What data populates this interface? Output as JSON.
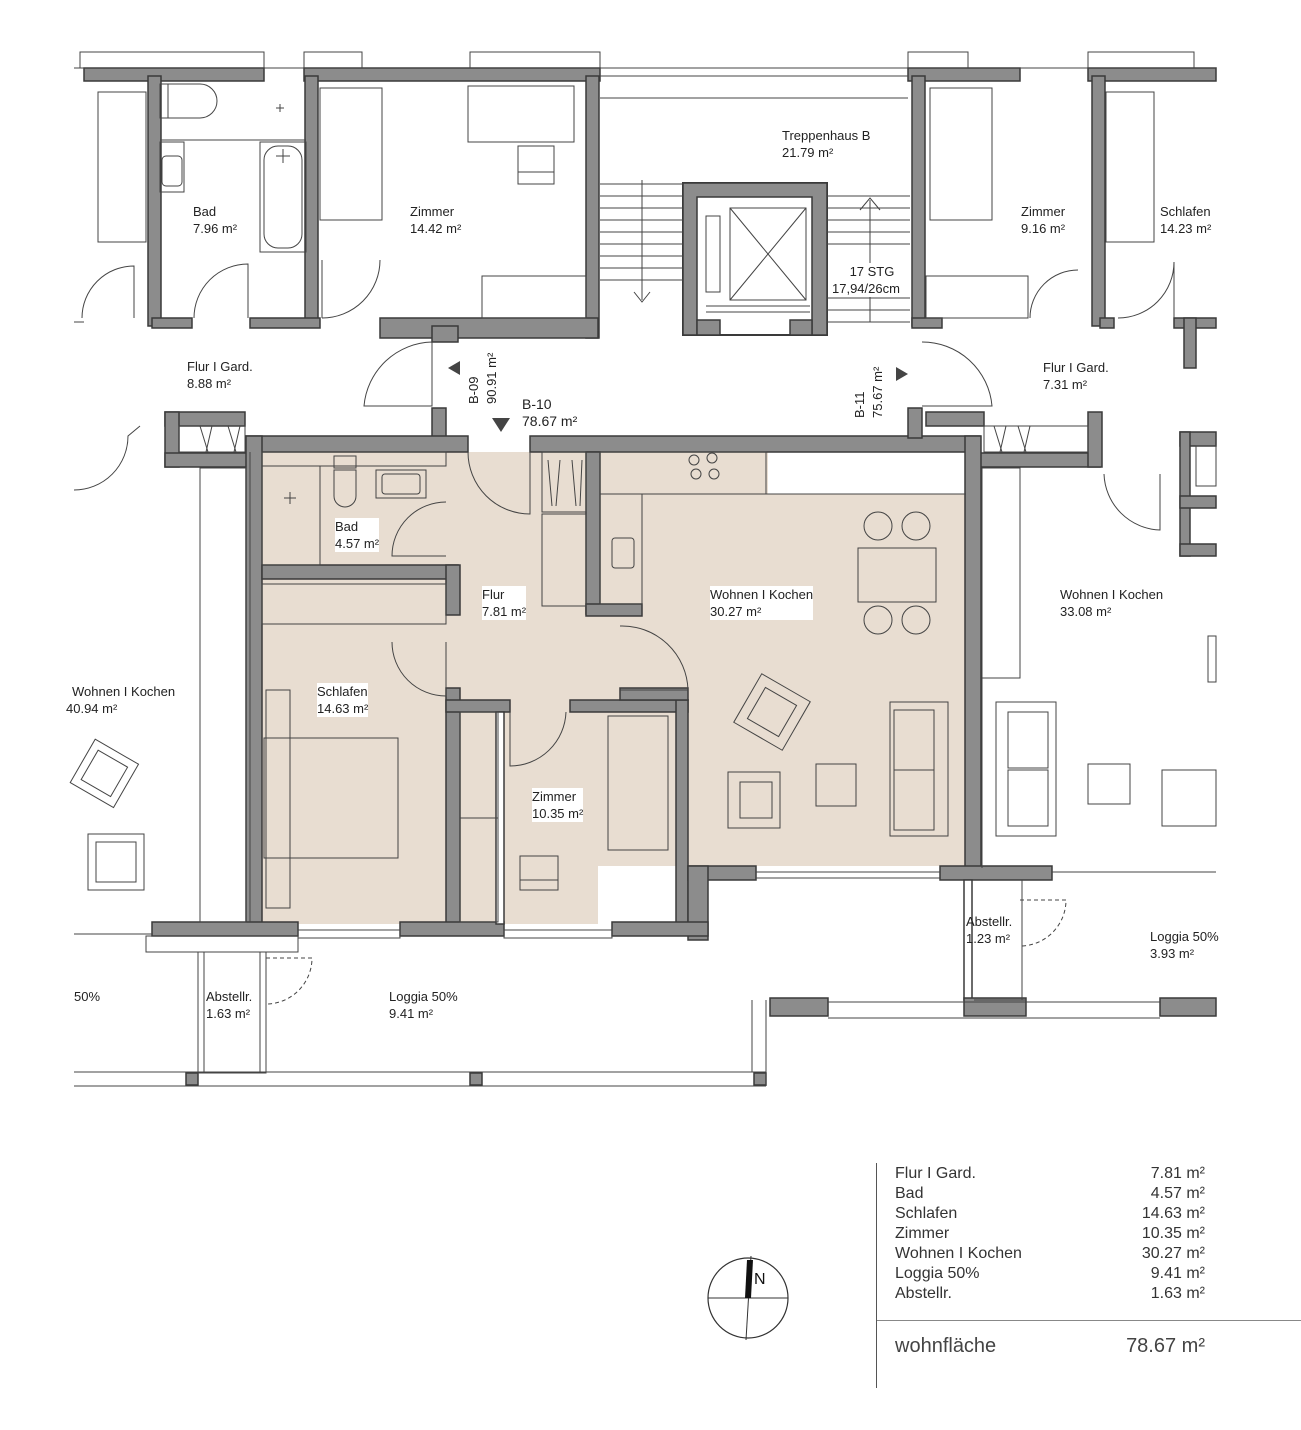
{
  "rooms": {
    "bad_top": {
      "name": "Bad",
      "area": "7.96 m²"
    },
    "zimmer_top_left": {
      "name": "Zimmer",
      "area": "14.42 m²"
    },
    "treppenhaus": {
      "name": "Treppenhaus B",
      "area": "21.79 m²"
    },
    "stairs": {
      "name": "17 STG",
      "area": "17,94/26cm"
    },
    "zimmer_top_right": {
      "name": "Zimmer",
      "area": "9.16 m²"
    },
    "schlafen_top_right": {
      "name": "Schlafen",
      "area": "14.23 m²"
    },
    "flur_left": {
      "name": "Flur I Gard.",
      "area": "8.88 m²"
    },
    "flur_right": {
      "name": "Flur I Gard.",
      "area": "7.31 m²"
    },
    "unit_b09": {
      "name": "B-09",
      "area": "90.91 m²"
    },
    "unit_b10": {
      "name": "B-10",
      "area": "78.67 m²"
    },
    "unit_b11": {
      "name": "B-11",
      "area": "75.67 m²"
    },
    "bad": {
      "name": "Bad",
      "area": "4.57 m²"
    },
    "flur": {
      "name": "Flur",
      "area": "7.81 m²"
    },
    "wohnen": {
      "name": "Wohnen I Kochen",
      "area": "30.27 m²"
    },
    "wohnen_right": {
      "name": "Wohnen I Kochen",
      "area": "33.08 m²"
    },
    "wohnen_left": {
      "name": "Wohnen I Kochen",
      "area": "40.94 m²"
    },
    "schlafen": {
      "name": "Schlafen",
      "area": "14.63 m²"
    },
    "zimmer": {
      "name": "Zimmer",
      "area": "10.35 m²"
    },
    "abstell_right": {
      "name": "Abstellr.",
      "area": "1.23 m²"
    },
    "loggia_right": {
      "name": "Loggia 50%",
      "area": "3.93 m²"
    },
    "loggia_left_fragment": {
      "name": "50%"
    },
    "abstell": {
      "name": "Abstellr.",
      "area": "1.63 m²"
    },
    "loggia": {
      "name": "Loggia 50%",
      "area": "9.41 m²"
    }
  },
  "schedule": {
    "rows": [
      {
        "name": "Flur I Gard.",
        "area": "7.81 m²"
      },
      {
        "name": "Bad",
        "area": "4.57 m²"
      },
      {
        "name": "Schlafen",
        "area": "14.63 m²"
      },
      {
        "name": "Zimmer",
        "area": "10.35 m²"
      },
      {
        "name": "Wohnen I Kochen",
        "area": "30.27 m²"
      },
      {
        "name": "Loggia 50%",
        "area": "9.41 m²"
      },
      {
        "name": "Abstellr.",
        "area": "1.63 m²"
      }
    ],
    "total_label": "wohnfläche",
    "total_value": "78.67 m²"
  },
  "compass": {
    "label": "N"
  },
  "colors": {
    "wall": "#8c8c8c",
    "wall_edge": "#3a3a3a",
    "floor": "#e8ddd1",
    "line": "#444444"
  }
}
